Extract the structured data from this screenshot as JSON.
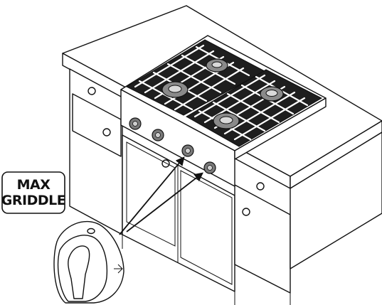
{
  "label": {
    "line1": "MAX",
    "line2": "GRIDDLE"
  },
  "icons": [
    "max-griddle-label",
    "control-knob-closeup",
    "pointer-arrow"
  ]
}
